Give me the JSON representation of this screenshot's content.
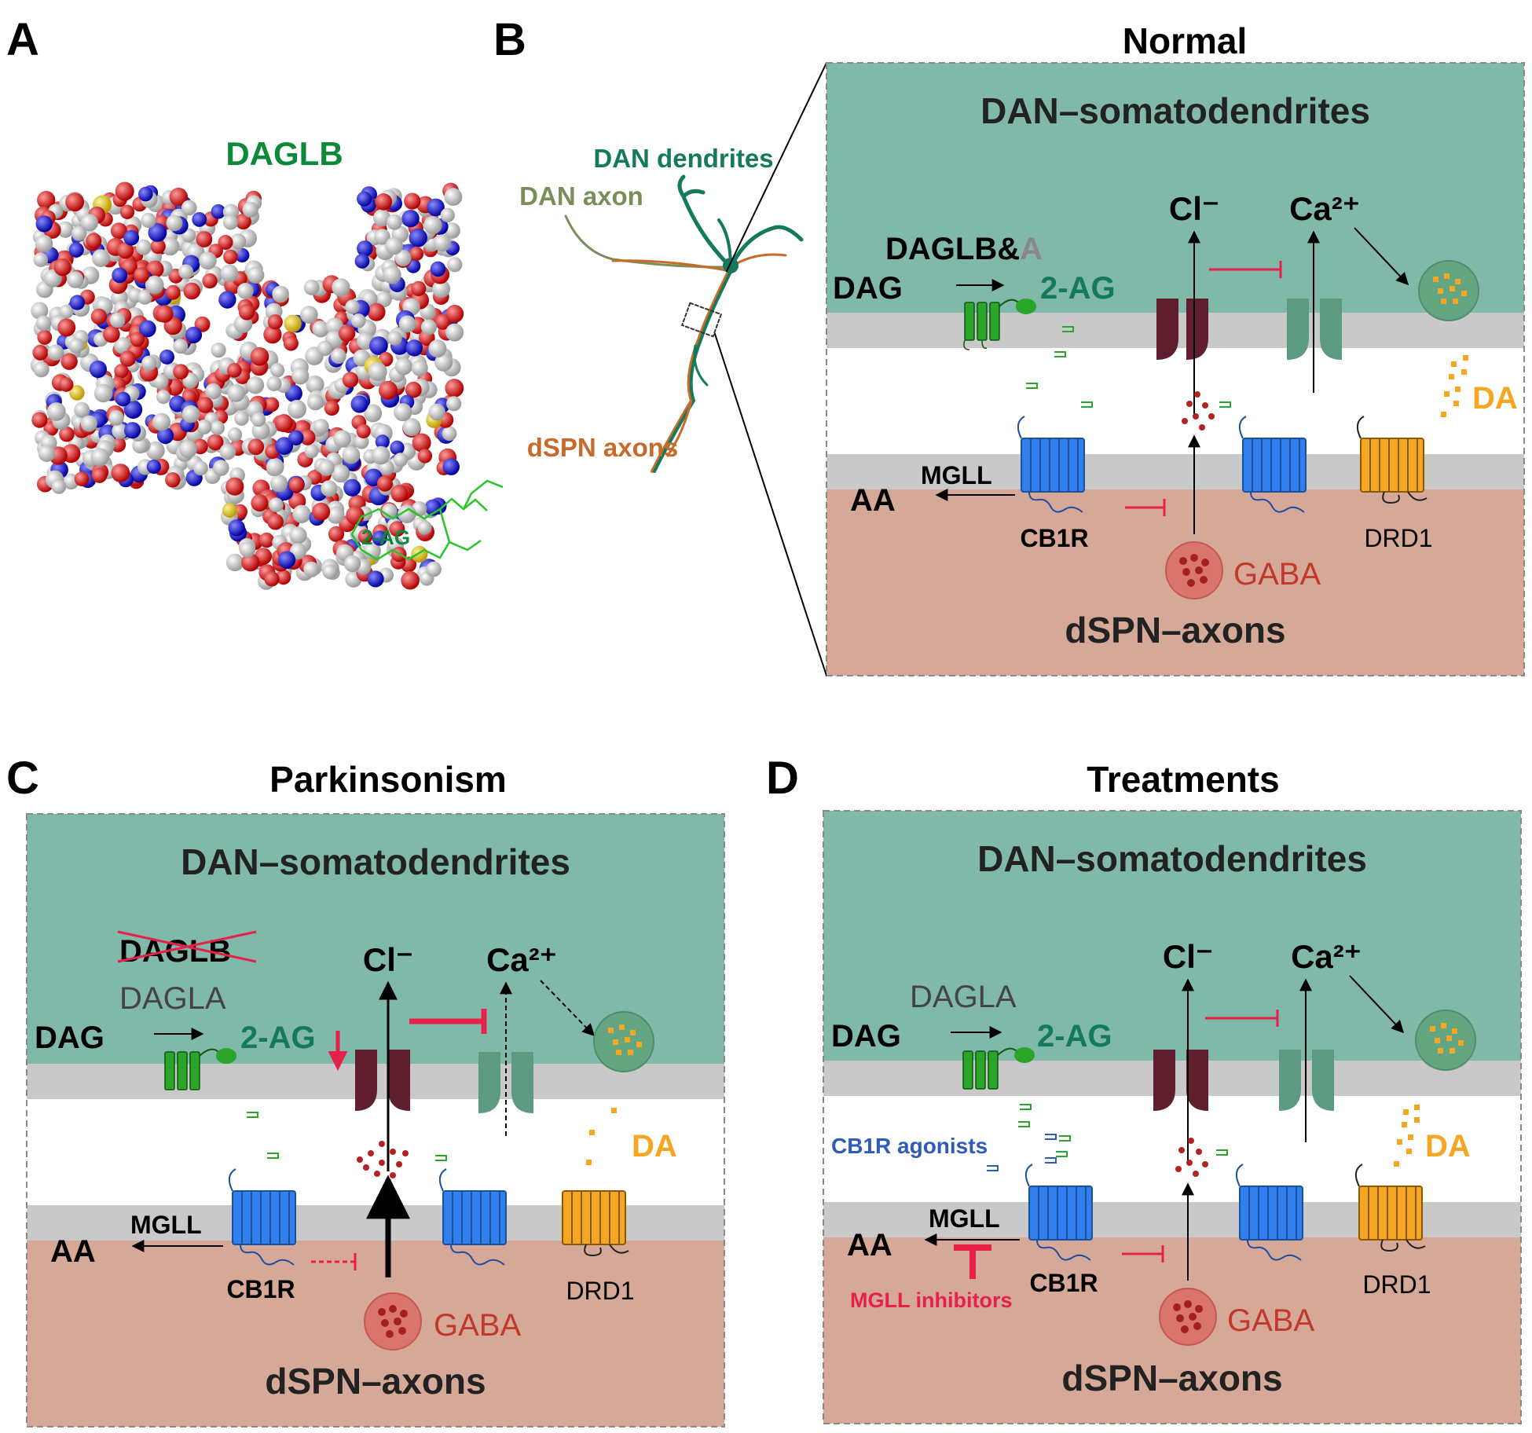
{
  "panels": {
    "A": {
      "letter": "A",
      "protein_label": "DAGLB",
      "ligand_label": "2-AG"
    },
    "B": {
      "letter": "B",
      "title": "Normal",
      "neuron": {
        "dendrites_label": "DAN dendrites",
        "axon_label": "DAN axon",
        "dspn_label": "dSPN axons"
      },
      "top_region": "DAN–somatodendrites",
      "bottom_region": "dSPN–axons",
      "enzyme_main": "DAGLB&",
      "enzyme_alt": "A",
      "substrate": "DAG",
      "product": "2-AG",
      "chloride": "Cl⁻",
      "calcium": "Ca²⁺",
      "dopamine": "DA",
      "degradation_enzyme": "MGLL",
      "metabolite": "AA",
      "receptor": "CB1R",
      "d1_receptor": "DRD1",
      "neurotransmitter": "GABA"
    },
    "C": {
      "letter": "C",
      "title": "Parkinsonism",
      "top_region": "DAN–somatodendrites",
      "bottom_region": "dSPN–axons",
      "struck_enzyme": "DAGLB",
      "enzyme": "DAGLA",
      "substrate": "DAG",
      "product": "2-AG",
      "chloride": "Cl⁻",
      "calcium": "Ca²⁺",
      "dopamine": "DA",
      "degradation_enzyme": "MGLL",
      "metabolite": "AA",
      "receptor": "CB1R",
      "d1_receptor": "DRD1",
      "neurotransmitter": "GABA"
    },
    "D": {
      "letter": "D",
      "title": "Treatments",
      "top_region": "DAN–somatodendrites",
      "bottom_region": "dSPN–axons",
      "enzyme": "DAGLA",
      "substrate": "DAG",
      "product": "2-AG",
      "chloride": "Cl⁻",
      "calcium": "Ca²⁺",
      "dopamine": "DA",
      "degradation_enzyme": "MGLL",
      "metabolite": "AA",
      "receptor": "CB1R",
      "d1_receptor": "DRD1",
      "neurotransmitter": "GABA",
      "agonists_label": "CB1R agonists",
      "inhibitors_label": "MGLL inhibitors"
    }
  },
  "colors": {
    "dan_region": "#80b9aa",
    "dspn_region": "#d6a897",
    "membrane": "#c9c9c9",
    "green_text": "#0c8a3a",
    "teal_text": "#157a5c",
    "orange": "#f5a623",
    "red": "#e5214a",
    "gaba_red": "#c0392b",
    "blue_receptor": "#2f80ed",
    "dark_channel": "#5e1e2e",
    "light_channel": "#5d9a82",
    "blue_text": "#2f5cb8"
  }
}
